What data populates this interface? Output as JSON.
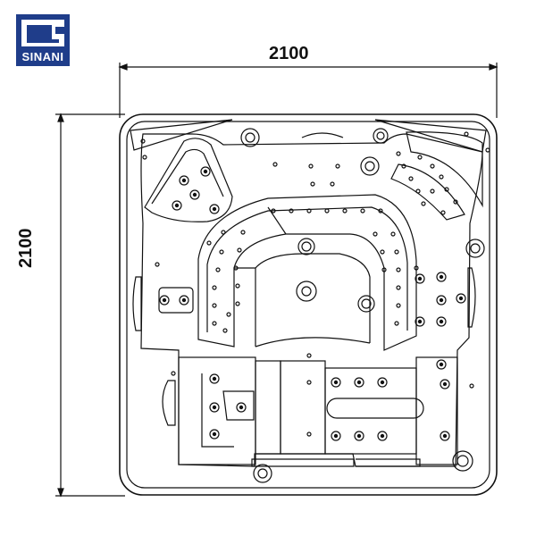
{
  "brand": {
    "name": "SINANI",
    "color": "#1f3d8a"
  },
  "dimensions": {
    "width_label": "2100",
    "height_label": "2100"
  },
  "drawing": {
    "line_color": "#111111",
    "jet_icon": "jet-nozzle-icon",
    "drain_icon": "drain-icon"
  }
}
